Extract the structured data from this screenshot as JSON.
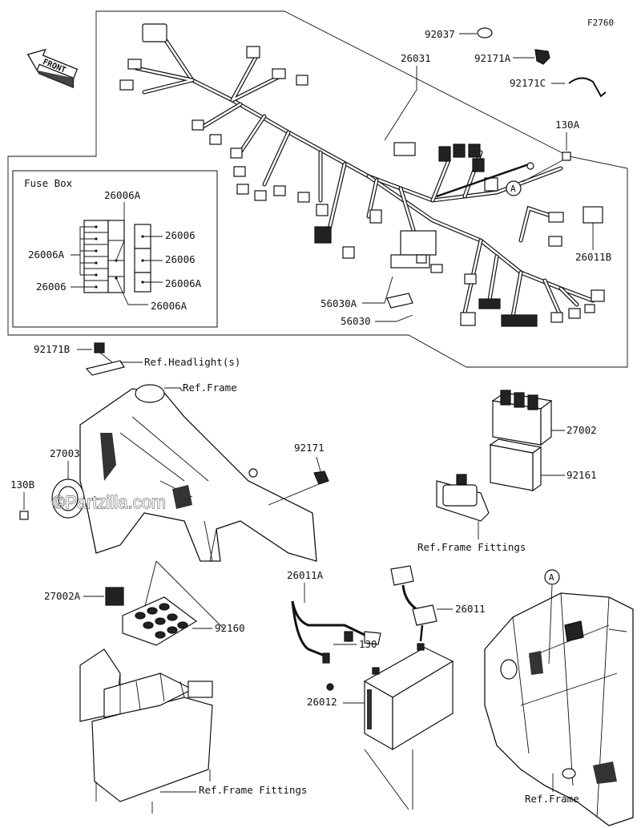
{
  "figure_code": "F2760",
  "front_label": "FRONT",
  "fuse_box": {
    "title": "Fuse Box",
    "labels": [
      "26006A",
      "26006A",
      "26006",
      "26006",
      "26006",
      "26006A",
      "26006A"
    ]
  },
  "callouts": {
    "p92037": "92037",
    "p26031": "26031",
    "p92171A": "92171A",
    "p92171C": "92171C",
    "p130A": "130A",
    "pA1": "A",
    "p26011B": "26011B",
    "p56030A": "56030A",
    "p56030": "56030",
    "p92171B": "92171B",
    "refHeadlight": "Ref.Headlight(s)",
    "refFrame1": "Ref.Frame",
    "p27003": "27003",
    "p130B": "130B",
    "p92171": "92171",
    "p27002": "27002",
    "p92161": "92161",
    "refFrameFittings1": "Ref.Frame Fittings",
    "p27002A": "27002A",
    "p92160": "92160",
    "refFrameFittings2": "Ref.Frame Fittings",
    "p26011A": "26011A",
    "p26011": "26011",
    "p130": "130",
    "p26012": "26012",
    "pA2": "A",
    "refFrame2": "Ref.Frame"
  },
  "watermark": "©Partzilla.com"
}
